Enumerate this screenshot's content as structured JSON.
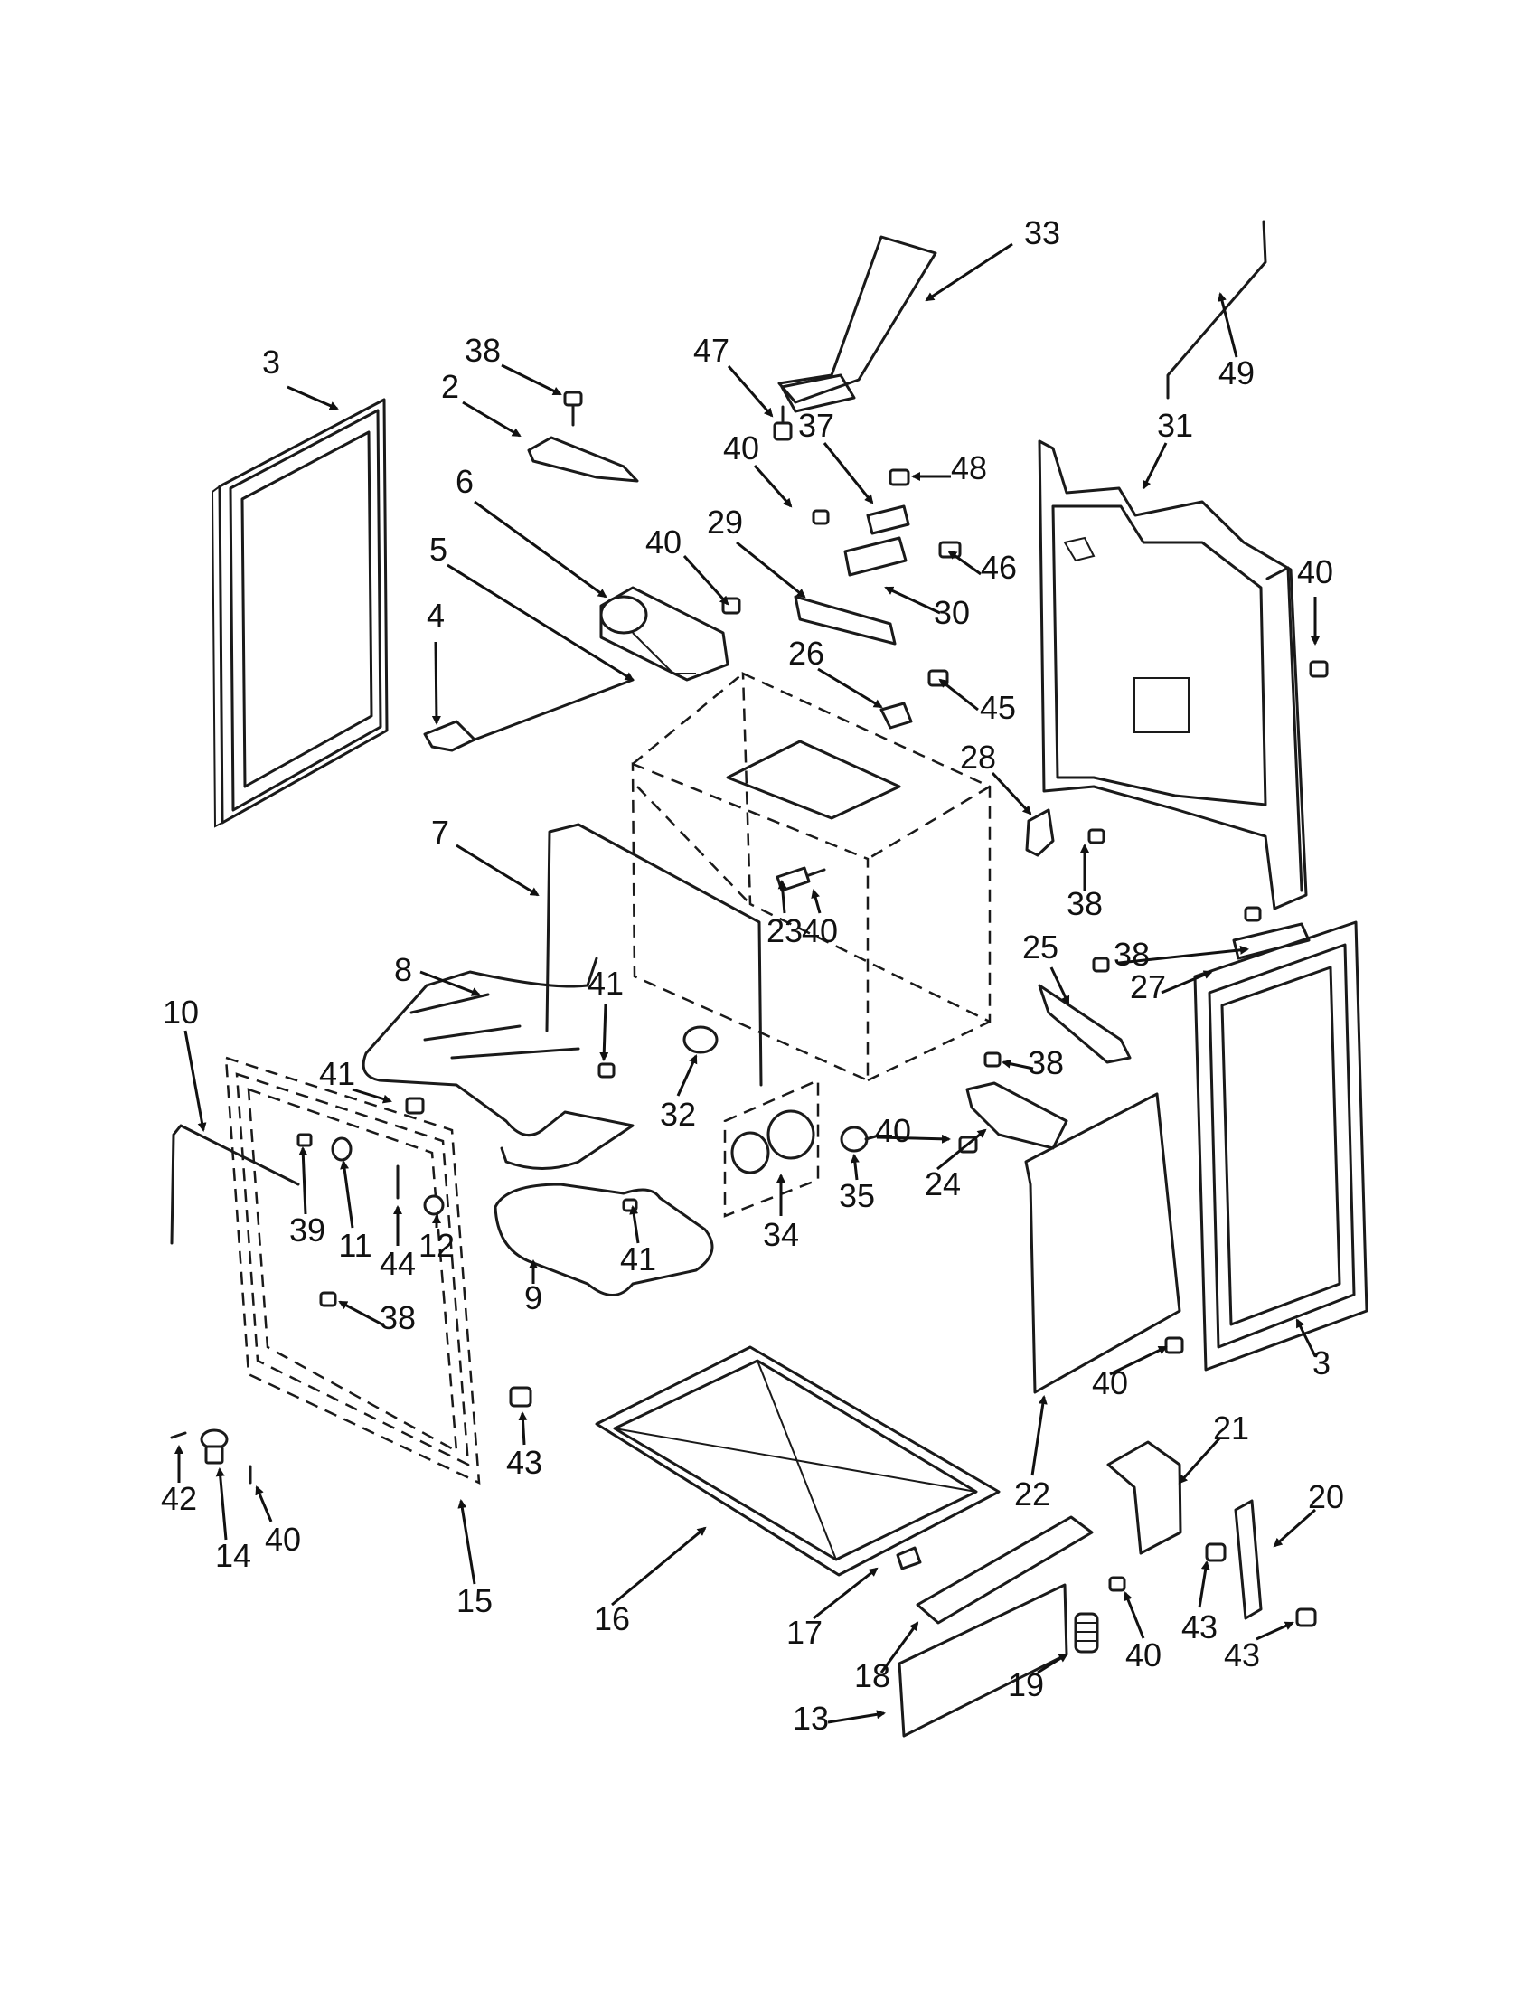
{
  "colors": {
    "ink": "#111111",
    "paper": "#ffffff"
  },
  "callouts": [
    {
      "label": "3"
    },
    {
      "label": "38"
    },
    {
      "label": "2"
    },
    {
      "label": "47"
    },
    {
      "label": "33"
    },
    {
      "label": "49"
    },
    {
      "label": "37"
    },
    {
      "label": "40"
    },
    {
      "label": "48"
    },
    {
      "label": "31"
    },
    {
      "label": "6"
    },
    {
      "label": "40"
    },
    {
      "label": "29"
    },
    {
      "label": "46"
    },
    {
      "label": "5"
    },
    {
      "label": "30"
    },
    {
      "label": "40"
    },
    {
      "label": "4"
    },
    {
      "label": "26"
    },
    {
      "label": "45"
    },
    {
      "label": "28"
    },
    {
      "label": "7"
    },
    {
      "label": "38"
    },
    {
      "label": "40"
    },
    {
      "label": "23"
    },
    {
      "label": "25"
    },
    {
      "label": "38"
    },
    {
      "label": "8"
    },
    {
      "label": "41"
    },
    {
      "label": "27"
    },
    {
      "label": "10"
    },
    {
      "label": "38"
    },
    {
      "label": "41"
    },
    {
      "label": "32"
    },
    {
      "label": "40"
    },
    {
      "label": "39"
    },
    {
      "label": "11"
    },
    {
      "label": "44"
    },
    {
      "label": "12"
    },
    {
      "label": "35"
    },
    {
      "label": "24"
    },
    {
      "label": "34"
    },
    {
      "label": "41"
    },
    {
      "label": "9"
    },
    {
      "label": "38"
    },
    {
      "label": "3"
    },
    {
      "label": "40"
    },
    {
      "label": "43"
    },
    {
      "label": "21"
    },
    {
      "label": "42"
    },
    {
      "label": "14"
    },
    {
      "label": "40"
    },
    {
      "label": "15"
    },
    {
      "label": "16"
    },
    {
      "label": "22"
    },
    {
      "label": "20"
    },
    {
      "label": "17"
    },
    {
      "label": "43"
    },
    {
      "label": "40"
    },
    {
      "label": "43"
    },
    {
      "label": "18"
    },
    {
      "label": "19"
    },
    {
      "label": "13"
    }
  ]
}
